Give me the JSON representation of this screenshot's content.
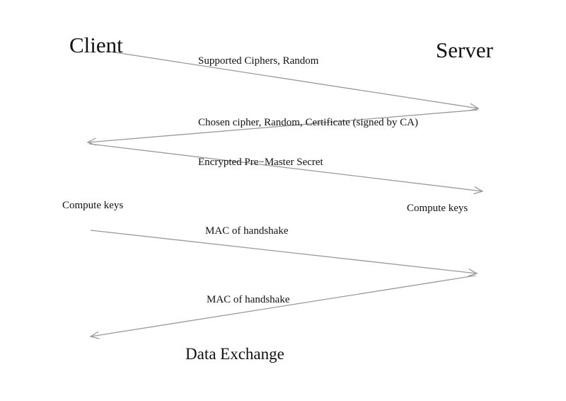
{
  "parties": {
    "client": "Client",
    "server": "Server"
  },
  "messages": [
    {
      "from": "client",
      "to": "server",
      "label": "Supported Ciphers, Random"
    },
    {
      "from": "server",
      "to": "client",
      "label": "Chosen cipher, Random, Certificate (signed by CA)"
    },
    {
      "from": "client",
      "to": "server",
      "label": "Encrypted Pre−Master Secret"
    },
    {
      "from": "client",
      "to": "server",
      "label": "MAC of handshake"
    },
    {
      "from": "server",
      "to": "client",
      "label": "MAC of handshake"
    }
  ],
  "notes": {
    "client_compute": "Compute keys",
    "server_compute": "Compute keys"
  },
  "footer": "Data Exchange",
  "colors": {
    "arrow": "#9a9a9a",
    "text": "#111111",
    "background": "#ffffff"
  }
}
